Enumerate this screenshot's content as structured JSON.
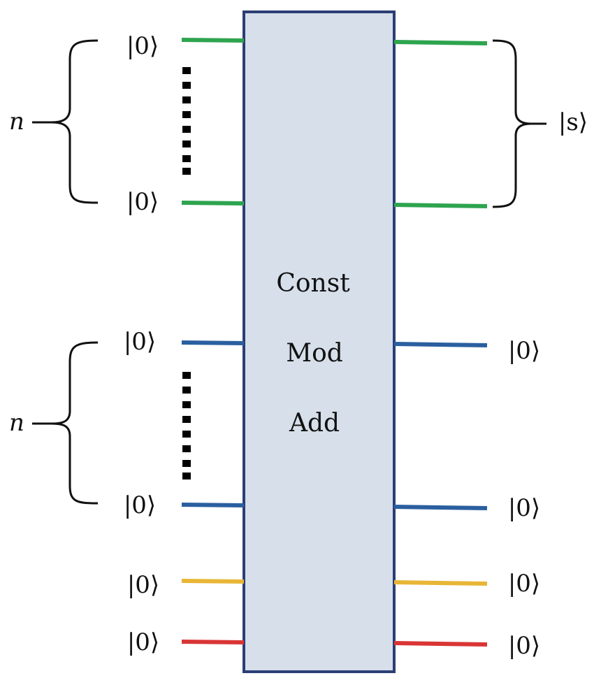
{
  "gate": {
    "lines": [
      "Const",
      "Mod",
      "Add"
    ],
    "fill": "#d6dfea",
    "stroke": "#2b3f75"
  },
  "registers": {
    "top_group_label": "n",
    "bottom_group_label": "n",
    "output_label": "|s⟩"
  },
  "inputs": {
    "ket": "|0⟩",
    "count": 6
  },
  "outputs": {
    "ket": "|0⟩"
  },
  "colors": {
    "green": "#2ea44f",
    "blue": "#2a5fa0",
    "yellow": "#e8b637",
    "red": "#d93535"
  }
}
